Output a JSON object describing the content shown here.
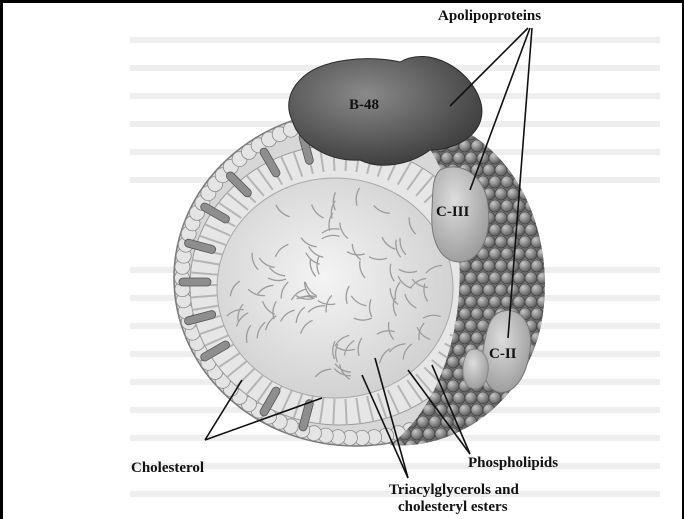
{
  "labels": {
    "apolipoproteins": "Apolipoproteins",
    "b48": "B-48",
    "c3": "C-III",
    "c2": "C-II",
    "cholesterol": "Cholesterol",
    "phospholipids": "Phospholipids",
    "triacylglycerols_line1": "Triacylglycerols and",
    "triacylglycerols_line2": "cholesteryl esters"
  }
}
